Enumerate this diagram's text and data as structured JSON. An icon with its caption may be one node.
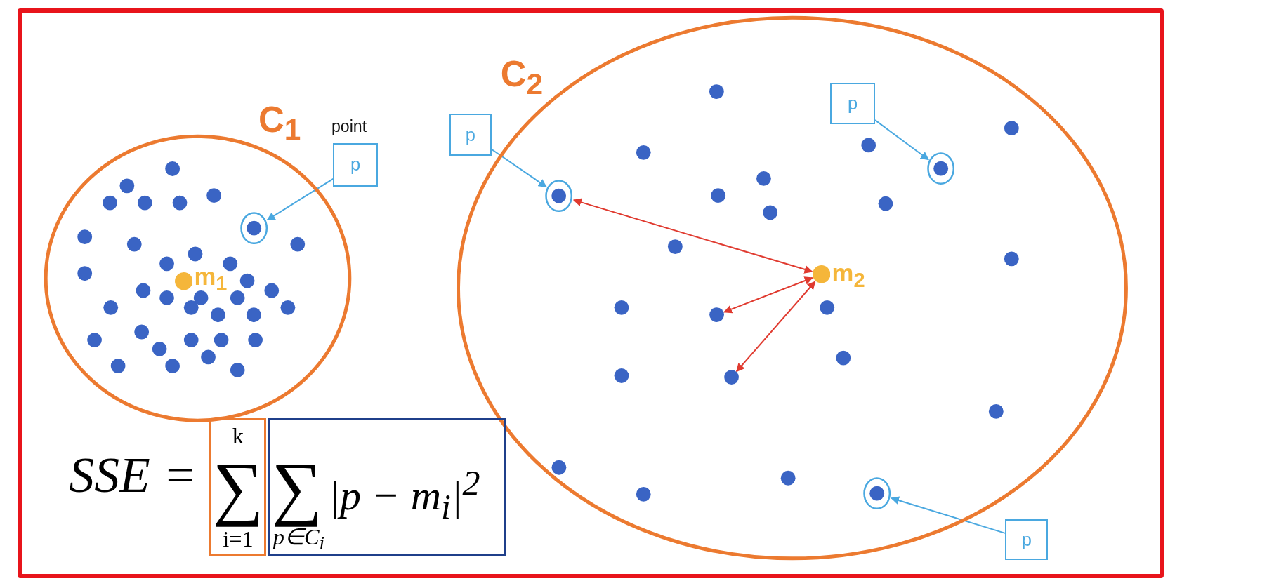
{
  "diagram": {
    "nodes": [
      {
        "text": [
          "C$_{1}$"
        ]
      },
      {
        "text": [
          "m$_{1}$"
        ],
        "in": 0
      },
      {
        "text": [
          "p"
        ],
        "beside": [
          "point"
        ]
      },
      {
        "text": [],
        "shape": "circle",
        "in": 0
      },
      {
        "text": [
          "C$_{2}$"
        ]
      },
      {
        "text": [
          "m$_{2}$"
        ],
        "in": 4
      },
      {
        "text": [
          "p"
        ]
      },
      {
        "text": [],
        "shape": "circle",
        "in": 4
      },
      {
        "text": [
          "p"
        ],
        "in": 4
      },
      {
        "text": [],
        "shape": "circle",
        "in": 4
      },
      {
        "text": [
          "p"
        ]
      },
      {
        "text": [],
        "shape": "circle",
        "in": 4
      },
      {
        "text": [],
        "shape": "circle",
        "in": 4
      },
      {
        "text": [],
        "shape": "circle",
        "in": 4
      },
      {
        "text": [
          "k",
          "∑",
          "i=1"
        ]
      },
      {
        "text": [
          "∑",
          "p∈C$_{i}$",
          "|p − m$_{i}$|$^{2}$"
        ]
      }
    ],
    "edges": [
      {
        "from": 2,
        "to": 3,
        "arrow": "to"
      },
      {
        "from": 6,
        "to": 7,
        "arrow": "to"
      },
      {
        "from": 8,
        "to": 9,
        "arrow": "to"
      },
      {
        "from": 10,
        "to": 11,
        "arrow": "to"
      },
      {
        "from": 5,
        "to": 7,
        "arrow": "both",
        "color": "#e03a2f"
      },
      {
        "from": 5,
        "to": 12,
        "arrow": "both",
        "color": "#e03a2f"
      },
      {
        "from": 5,
        "to": 13,
        "arrow": "both",
        "color": "#e03a2f"
      }
    ],
    "labels": [
      "SSE ="
    ]
  }
}
